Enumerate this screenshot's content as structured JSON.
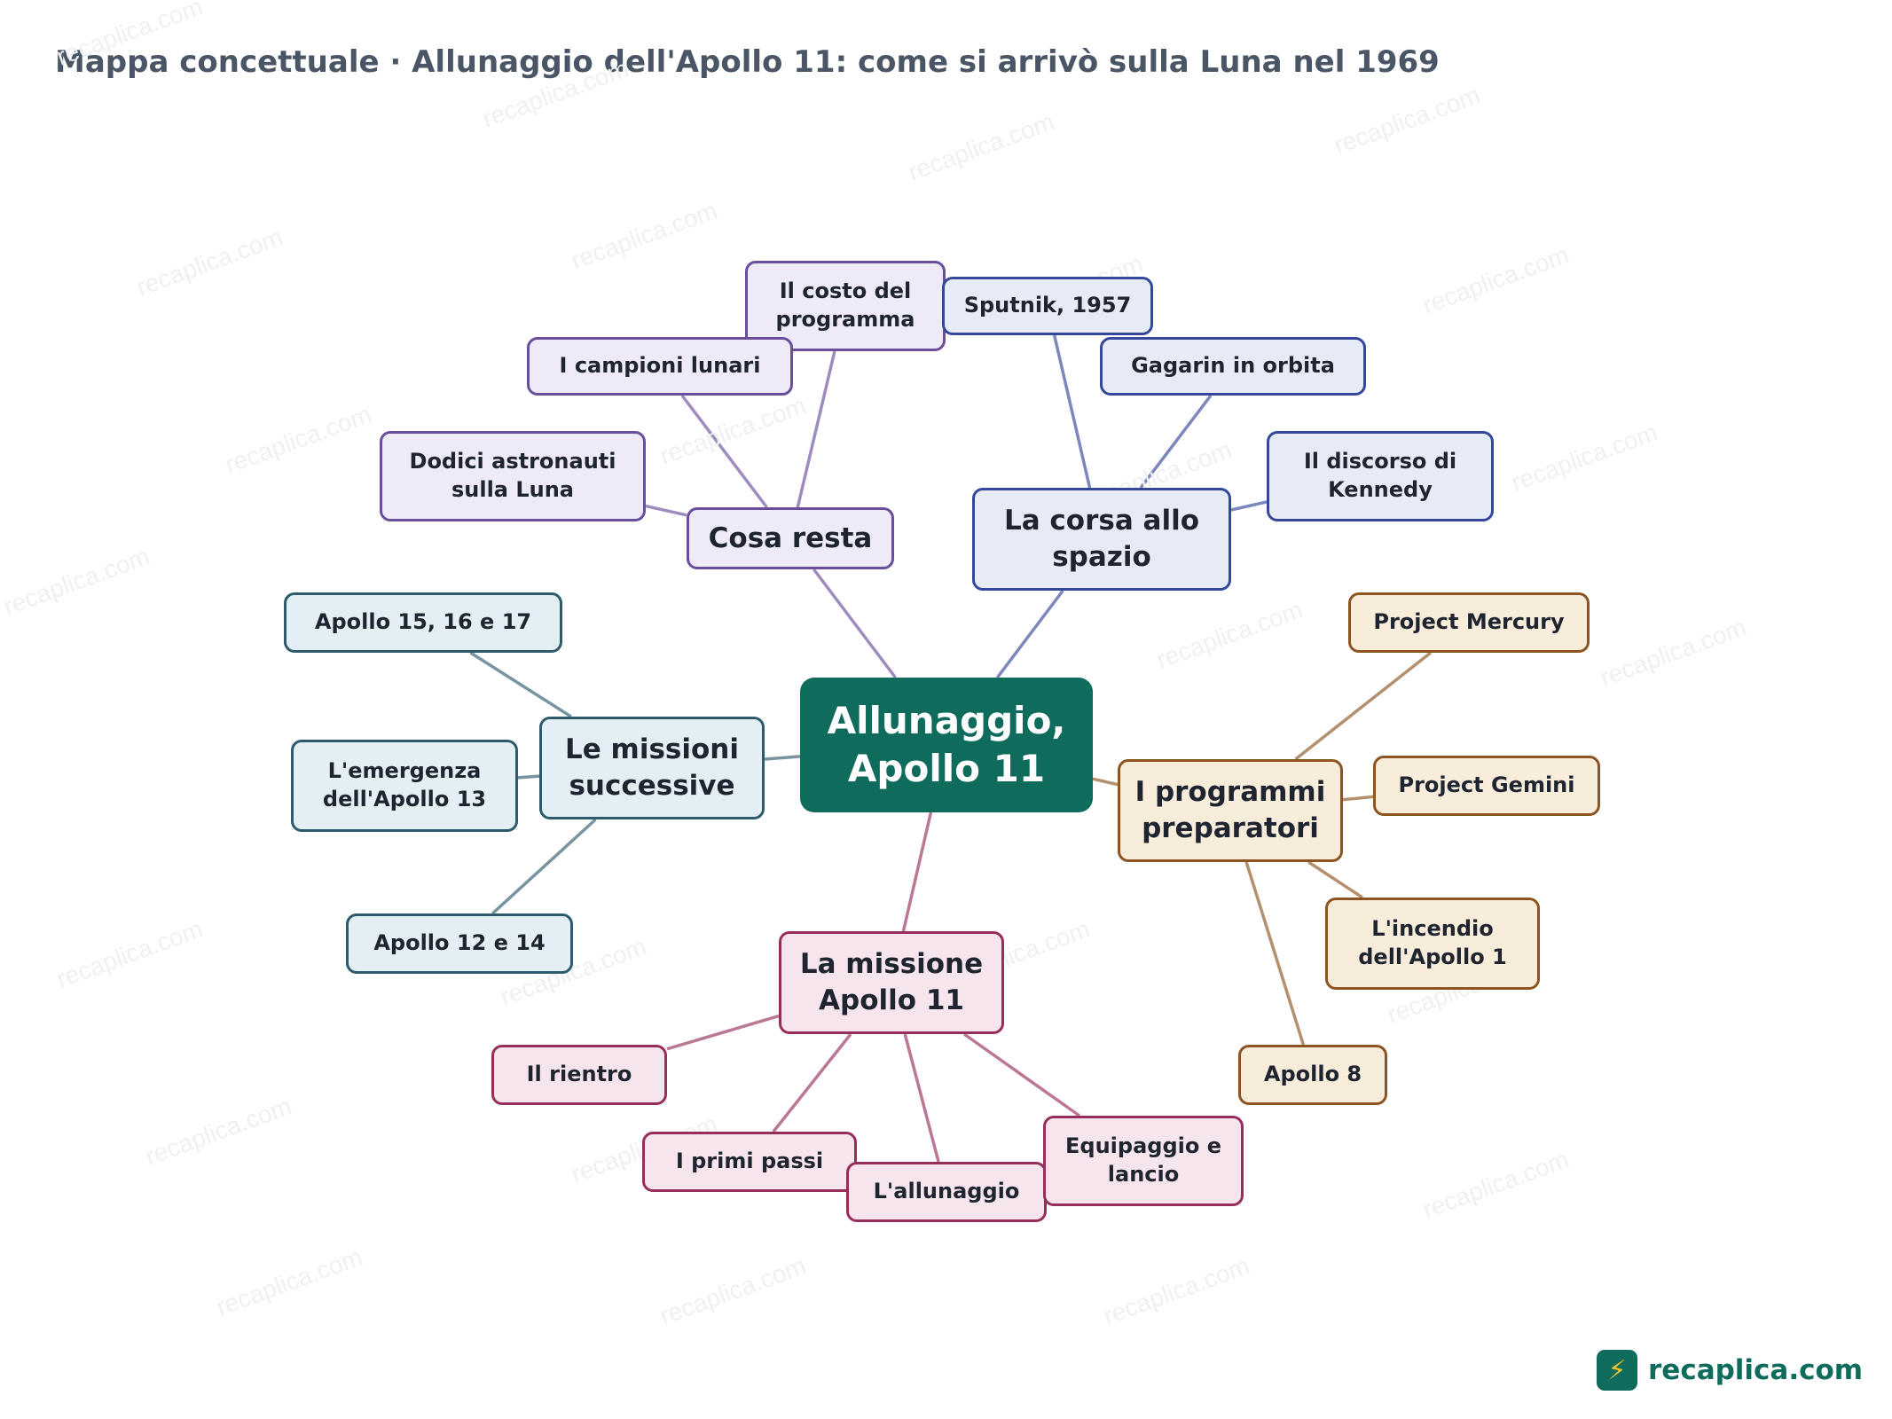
{
  "title": "Mappa concettuale · Allunaggio dell'Apollo 11: come si arrivò sulla Luna nel 1969",
  "center": {
    "label": "Allunaggio,\nApollo 11",
    "color": "#0f6b5c"
  },
  "branches": [
    {
      "id": "cosa-resta",
      "label": "Cosa resta",
      "color": "#6a4e9c",
      "leaves": [
        {
          "id": "costo",
          "label": "Il costo del programma"
        },
        {
          "id": "campioni",
          "label": "I campioni lunari"
        },
        {
          "id": "dodici",
          "label": "Dodici astronauti sulla Luna"
        }
      ]
    },
    {
      "id": "corsa-spazio",
      "label": "La corsa allo spazio",
      "color": "#34479a",
      "leaves": [
        {
          "id": "sputnik",
          "label": "Sputnik, 1957"
        },
        {
          "id": "gagarin",
          "label": "Gagarin in orbita"
        },
        {
          "id": "kennedy",
          "label": "Il discorso di Kennedy"
        }
      ]
    },
    {
      "id": "programmi",
      "label": "I programmi preparatori",
      "color": "#8c5421",
      "leaves": [
        {
          "id": "mercury",
          "label": "Project Mercury"
        },
        {
          "id": "gemini",
          "label": "Project Gemini"
        },
        {
          "id": "incendio",
          "label": "L'incendio dell'Apollo 1"
        },
        {
          "id": "apollo8",
          "label": "Apollo 8"
        }
      ]
    },
    {
      "id": "missione",
      "label": "La missione Apollo 11",
      "color": "#962e5c",
      "leaves": [
        {
          "id": "rientro",
          "label": "Il rientro"
        },
        {
          "id": "passi",
          "label": "I primi passi"
        },
        {
          "id": "allunaggio",
          "label": "L'allunaggio"
        },
        {
          "id": "equipaggio",
          "label": "Equipaggio e lancio"
        }
      ]
    },
    {
      "id": "successive",
      "label": "Le missioni successive",
      "color": "#2e5b6c",
      "leaves": [
        {
          "id": "apollo15",
          "label": "Apollo 15, 16 e 17"
        },
        {
          "id": "apollo13",
          "label": "L'emergenza dell'Apollo 13"
        },
        {
          "id": "apollo12",
          "label": "Apollo 12 e 14"
        }
      ]
    }
  ],
  "brand": {
    "name": "recaplica.com",
    "icon": "bolt-icon"
  },
  "watermark": "recaplica.com"
}
